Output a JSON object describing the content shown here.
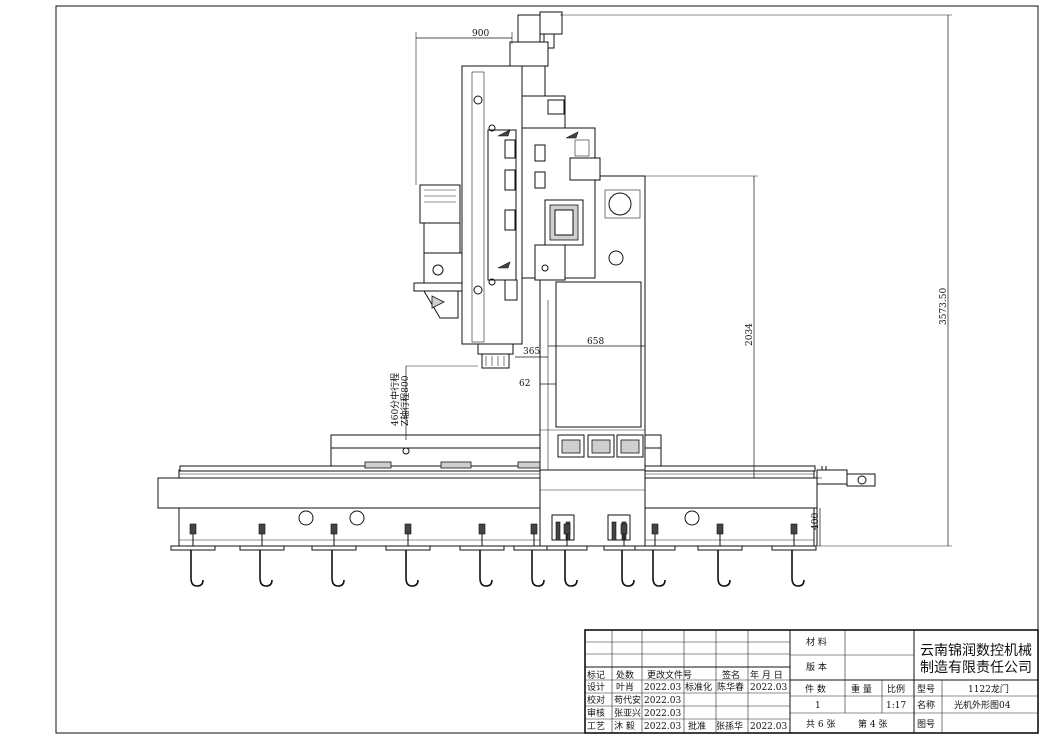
{
  "dimensions": {
    "d900": "900",
    "d3573": "3573.50",
    "d2034": "2034",
    "d658": "658",
    "d365": "365",
    "d62": "62",
    "d400": "400",
    "stroke_note_line1": "460分中行程",
    "stroke_note_line2": "Z轴行程800"
  },
  "title_block": {
    "material_label": "材 料",
    "version_label": "版 本",
    "company_line1": "云南锦润数控机械",
    "company_line2": "制造有限责任公司",
    "col_mark": "标记",
    "col_count": "处数",
    "col_change_doc": "更改文件号",
    "col_sign": "签名",
    "col_date": "年 月 日",
    "design_label": "设计",
    "design_name": "叶肖",
    "design_date": "2022.03",
    "standard_label": "标准化",
    "standard_name": "陈华春",
    "standard_date": "2022.03",
    "check_label": "校对",
    "check_name": "苟代安",
    "check_date": "2022.03",
    "review_label": "审核",
    "review_name": "张亚兴",
    "review_date": "2022.03",
    "process_label": "工艺",
    "process_name": "沐 毅",
    "process_date": "2022.03",
    "approve_label": "批准",
    "approve_name": "张孫华",
    "approve_date": "2022.03",
    "pieces_label": "件 数",
    "weight_label": "重 量",
    "scale_label": "比例",
    "pieces_value": "1",
    "scale_value": "1:17",
    "model_label": "型号",
    "model_value": "1122龙门",
    "name_label": "名称",
    "name_value": "光机外形图04",
    "total_sheets": "共 6 张",
    "sheet_no": "第 4 张",
    "drawing_no_label": "图号"
  }
}
